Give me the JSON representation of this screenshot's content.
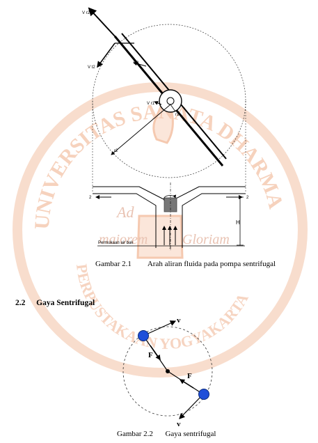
{
  "watermark": {
    "arc_text_top": "UNIVERSITAS SANATA DHARMA",
    "inner_text_top": "Ad",
    "inner_text_middle": "maiorem",
    "inner_text_right": "Gloriam",
    "arc_text_bottom": "PERPUSTAKAAN YOGYAKARTA",
    "color_logo": "#f5c9b0"
  },
  "figure1": {
    "labels": {
      "vr2": "V r2",
      "vt2": "V t2",
      "v2": "V2",
      "vr1": "V r1",
      "r1": "r1",
      "r2": "r2",
      "outlet_left": "2",
      "outlet_right": "2",
      "height": "H",
      "water_surface": "Permukaan air bak",
      "inlet": "1"
    },
    "caption_number": "Gambar 2.1",
    "caption_text": "Arah aliran fluida pada pompa sentrifugal"
  },
  "section": {
    "number": "2.2",
    "title": "Gaya Sentrifugal"
  },
  "figure2": {
    "labels": {
      "v_top": "v",
      "f_upper": "F",
      "f_lower": "F",
      "v_bottom": "v"
    },
    "ball_color": "#1f4fd9",
    "caption_number": "Gambar 2.2",
    "caption_text": "Gaya sentrifugal"
  }
}
